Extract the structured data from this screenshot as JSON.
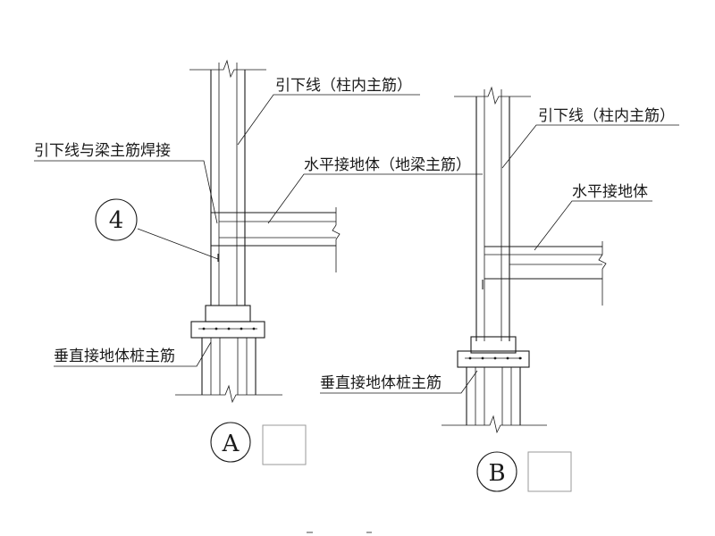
{
  "detail_a": {
    "label_down_conductor": "引下线（柱内主筋）",
    "label_weld": "引下线与梁主筋焊接",
    "label_horizontal": "水平接地体（地梁主筋）",
    "label_vertical": "垂直接地体桩主筋",
    "callout_number": "4",
    "section_mark": "A"
  },
  "detail_b": {
    "label_down_conductor": "引下线（柱内主筋）",
    "label_horizontal": "水平接地体",
    "label_vertical": "垂直接地体桩主筋",
    "section_mark": "B"
  },
  "colors": {
    "line": "#1a1a1a",
    "box": "#9a9a9a"
  }
}
